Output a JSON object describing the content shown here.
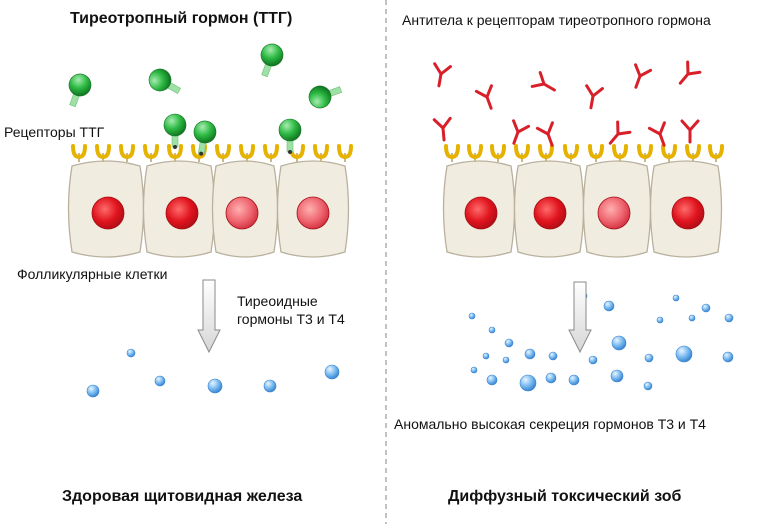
{
  "left": {
    "title": "Тиреотропный гормон (ТТГ)",
    "receptor_label": "Рецепторы ТТГ",
    "cells_label": "Фолликулярные клетки",
    "hormones_label_1": "Тиреоидные",
    "hormones_label_2": "гормоны Т3 и Т4",
    "caption": "Здоровая щитовидная железа"
  },
  "right": {
    "title": "Антитела к рецепторам тиреотропного гормона",
    "secretion_label": "Аномально высокая секреция гормонов Т3 и Т4",
    "caption": "Диффузный токсический зоб"
  },
  "colors": {
    "cell_fill": "#f1ece0",
    "cell_stroke": "#b9b19e",
    "nucleus": "#e0141e",
    "receptor": "#e6b200",
    "tsh_green": "#27ae3a",
    "antibody_red": "#d8202a",
    "hormone_blue": "#6fb3ee",
    "divider": "#999999"
  },
  "icons": {
    "tsh": "green-sphere-hormone-icon",
    "antibody": "y-shaped-antibody-icon",
    "receptor": "u-shaped-receptor-icon",
    "hormone": "blue-droplet-icon",
    "arrow": "down-arrow-icon"
  }
}
